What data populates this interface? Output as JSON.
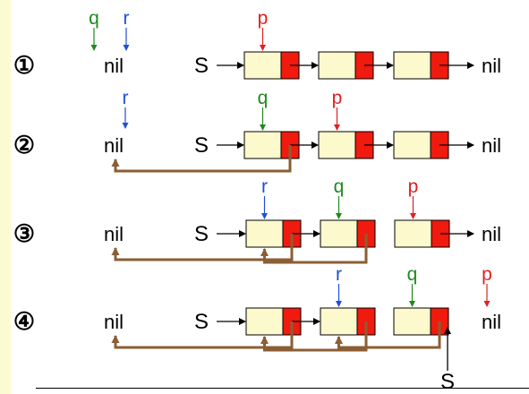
{
  "colors": {
    "p": "#e02020",
    "q": "#1e8a1e",
    "r": "#1f4fd8",
    "node_fill": "#fcf9cc",
    "ptr_fill": "#f01a0e",
    "link": "#8b5e34",
    "sidebar": "#fbfbd2"
  },
  "labels": {
    "nil": "nil",
    "s": "S",
    "s_bottom": "S",
    "p": "p",
    "q": "q",
    "r": "r"
  },
  "steps": [
    {
      "marker": "①",
      "left_pointers": [
        "q",
        "r"
      ],
      "node_pointers": [
        {
          "name": "p",
          "node": 0
        }
      ],
      "arrows": [
        "forward",
        "forward",
        "forward"
      ],
      "reversed_links": [],
      "end_pointer": null
    },
    {
      "marker": "②",
      "left_pointers": [],
      "node_pointers": [
        {
          "name": "r",
          "node": -1
        },
        {
          "name": "q",
          "node": 0
        },
        {
          "name": "p",
          "node": 1
        }
      ],
      "arrows": [
        "forward",
        "forward",
        "forward"
      ],
      "reversed_links": [
        0
      ],
      "end_pointer": null
    },
    {
      "marker": "③",
      "left_pointers": [],
      "node_pointers": [
        {
          "name": "r",
          "node": 0
        },
        {
          "name": "q",
          "node": 1
        },
        {
          "name": "p",
          "node": 2
        }
      ],
      "arrows": [
        "forward",
        "none",
        "forward"
      ],
      "reversed_links": [
        0,
        1
      ],
      "end_pointer": null
    },
    {
      "marker": "④",
      "left_pointers": [],
      "node_pointers": [
        {
          "name": "r",
          "node": 1
        },
        {
          "name": "q",
          "node": 2
        }
      ],
      "arrows": [
        "forward",
        "none",
        "none"
      ],
      "reversed_links": [
        0,
        1,
        2
      ],
      "end_pointer": "p"
    }
  ]
}
